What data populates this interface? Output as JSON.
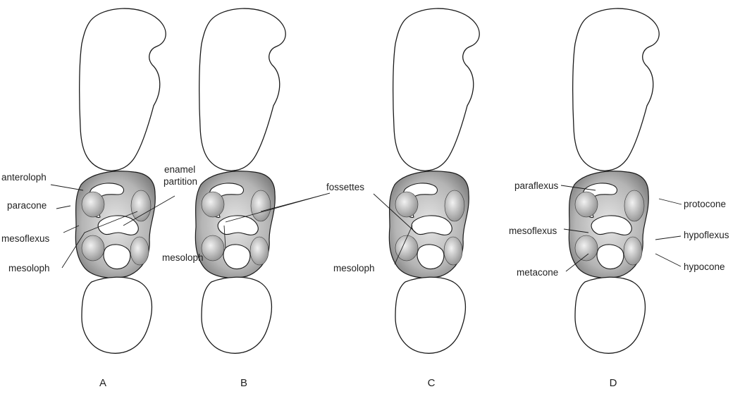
{
  "panels": [
    {
      "letter": "A",
      "labels": {
        "anteroloph": "anteroloph",
        "paracone": "paracone",
        "mesoflexus": "mesoflexus",
        "mesoloph": "mesoloph",
        "enamel_partition": [
          "enamel",
          "partition"
        ]
      }
    },
    {
      "letter": "B",
      "labels": {
        "mesoloph": "mesoloph",
        "fossettes": "fossettes"
      }
    },
    {
      "letter": "C",
      "labels": {
        "mesoloph": "mesoloph"
      }
    },
    {
      "letter": "D",
      "labels": {
        "paraflexus": "paraflexus",
        "mesoflexus": "mesoflexus",
        "metacone": "metacone",
        "protocone": "protocone",
        "hypoflexus": "hypoflexus",
        "hypocone": "hypocone"
      }
    }
  ],
  "colors": {
    "outline": "#1a1a1a",
    "stipple": "#9a9a9a",
    "background": "#ffffff"
  }
}
